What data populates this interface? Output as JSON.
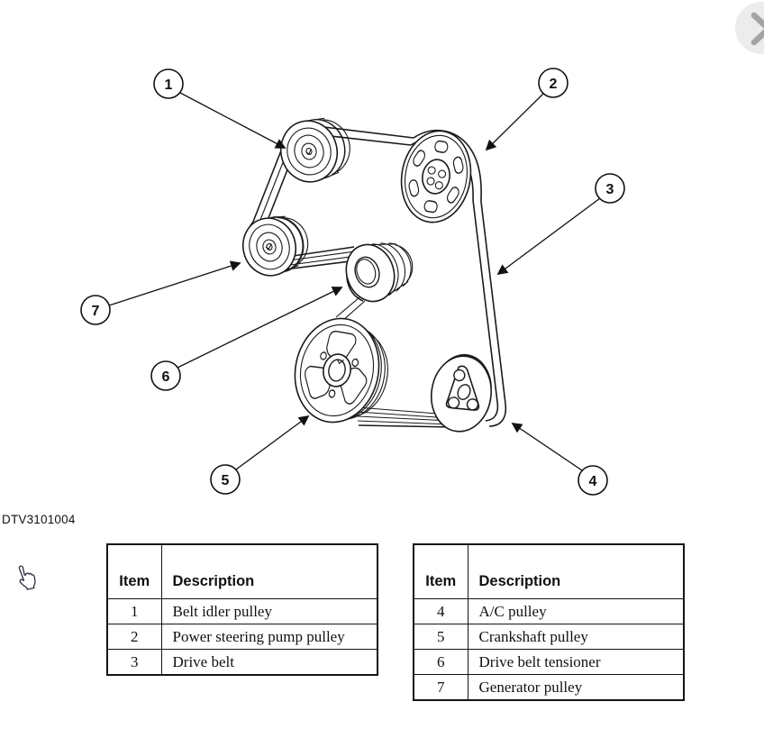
{
  "figure": {
    "code": "DTV3101004",
    "callouts": [
      {
        "number": "1"
      },
      {
        "number": "2"
      },
      {
        "number": "3"
      },
      {
        "number": "4"
      },
      {
        "number": "5"
      },
      {
        "number": "6"
      },
      {
        "number": "7"
      }
    ]
  },
  "icons": {
    "nav_next": "chevron-right",
    "cursor": "hand-pointer"
  },
  "tables": {
    "left": {
      "headers": {
        "item": "Item",
        "description": "Description"
      },
      "rows": [
        {
          "item": "1",
          "description": "Belt idler pulley"
        },
        {
          "item": "2",
          "description": "Power steering pump pulley"
        },
        {
          "item": "3",
          "description": "Drive belt"
        }
      ]
    },
    "right": {
      "headers": {
        "item": "Item",
        "description": "Description"
      },
      "rows": [
        {
          "item": "4",
          "description": "A/C pulley"
        },
        {
          "item": "5",
          "description": "Crankshaft pulley"
        },
        {
          "item": "6",
          "description": "Drive belt tensioner"
        },
        {
          "item": "7",
          "description": "Generator pulley"
        }
      ]
    }
  },
  "colors": {
    "line": "#1a1a1a",
    "chevron_bg": "#ececec",
    "chevron_fg": "#a3a3a3"
  }
}
